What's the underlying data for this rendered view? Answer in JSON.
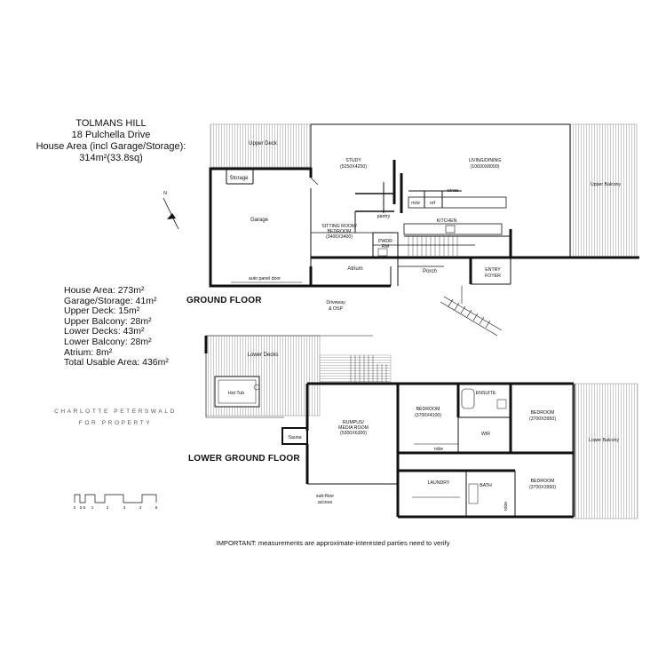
{
  "title": {
    "line1": "TOLMANS HILL",
    "line2": "18 Pulchella Drive",
    "line3": "House Area (incl Garage/Storage):",
    "line4": "314m²(33.8sq)"
  },
  "areas": [
    "House Area: 273m²",
    "Garage/Storage: 41m²",
    "Upper Deck: 15m²",
    "Upper Balcony: 28m²",
    "Lower Decks: 43m²",
    "Lower Balcony: 28m²",
    "Atrium: 8m²",
    "Total Usable Area: 436m²"
  ],
  "floors": {
    "ground": "GROUND FLOOR",
    "lower": "LOWER GROUND FLOOR"
  },
  "agency": {
    "line1": "CHARLOTTE PETERSWALD",
    "line2": "FOR PROPERTY"
  },
  "note": "IMPORTANT: measurements are approximate-interested parties need to verify",
  "scale": [
    "0",
    "0.5",
    "1",
    "2",
    "3",
    "4",
    "5"
  ],
  "rooms": {
    "upper_deck": "Upper Deck",
    "storage": "Storage",
    "garage": "Garage",
    "auto_door": "auto panel door",
    "study": "STUDY",
    "study_dim": "(5250X4250)",
    "living": "LIVING/DINING",
    "living_dim": "(10600X8000)",
    "upper_balcony": "Upper Balcony",
    "wines": "wines",
    "mw": "m/w",
    "ref": "ref",
    "pantry": "pantry",
    "kitchen": "KITCHEN",
    "sitting1": "SITTING ROOM/",
    "sitting2": "BEDROOM",
    "sitting_dim": "(3400X3400)",
    "pwdr1": "PWDR",
    "pwdr2": "RM",
    "atrium": "Atrium",
    "porch": "Porch",
    "entry1": "ENTRY",
    "entry2": "FOYER",
    "driveway1": "Driveway",
    "driveway2": "& OSP",
    "lower_decks": "Lower Decks",
    "hot_tub": "Hot Tub",
    "sauna": "Sauna",
    "rumpus1": "RUMPUS/",
    "rumpus2": "MEDIA ROOM",
    "rumpus_dim": "(5300X6300)",
    "subfloor1": "sub-floor",
    "subfloor2": "access",
    "bed1": "BEDROOM",
    "bed1_dim": "(3700X4100)",
    "ensuite": "ENSUITE",
    "wir": "WIR",
    "robe": "robe",
    "bed2": "BEDROOM",
    "bed2_dim": "(3700X3950)",
    "lower_balcony": "Lower Balcony",
    "bed3": "BEDROOM",
    "bed3_dim": "(3700X3950)",
    "laundry": "LAUNDRY",
    "bath": "BATH",
    "robe2": "robe"
  }
}
